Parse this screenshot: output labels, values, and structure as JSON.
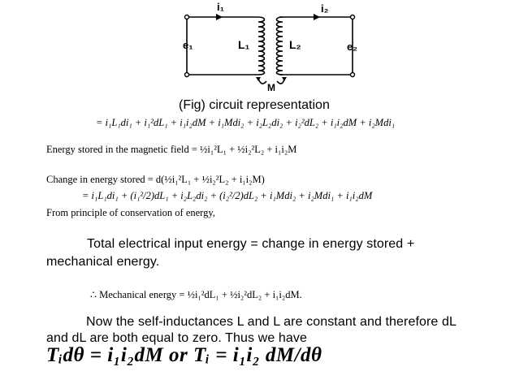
{
  "figure": {
    "current_left": "i₁",
    "current_right": "i₂",
    "emf_left": "e₁",
    "emf_right": "e₂",
    "inductor_left": "L₁",
    "inductor_right": "L₂",
    "mutual": "M",
    "caption": "(Fig) circuit representation"
  },
  "equations": {
    "eq1": "= i₁L₁di₁ + i₁²dL₁ + i₁i₂dM + i₁Mdi₂ + i₂L₂di₂ + i₂²dL₂ + i₁i₂dM + i₂Mdi₁",
    "energy_stored": "Energy stored in the magnetic field = ½i₁²L₁ + ½i₂²L₂ + i₁i₂M",
    "change_line1": "Change in energy stored = d(½i₁²L₁ + ½i₂²L₂ + i₁i₂M)",
    "change_line2": "= i₁L₁di₁ + (i₁²/2)dL₁ + i₂L₂di₂ + (i₂²/2)dL₂ + i₁Mdi₂ + i₂Mdi₁ + i₁i₂dM",
    "conservation": "From principle of conservation of energy,",
    "mechanical": "∴ Mechanical energy = ½i₁²dL₁ + ½i₂²dL₂ + i₁i₂dM."
  },
  "text": {
    "total_line1": "Total electrical input energy = change in energy stored +",
    "total_line2": "mechanical energy.",
    "now_line1": "Now the self-inductances L and L are constant and therefore dL",
    "now_line2": "and dL are both equal to zero. Thus we have",
    "final_equation": "Tᵢdθ = i₁i₂dM or Tᵢ = i₁i₂ dM/dθ"
  }
}
